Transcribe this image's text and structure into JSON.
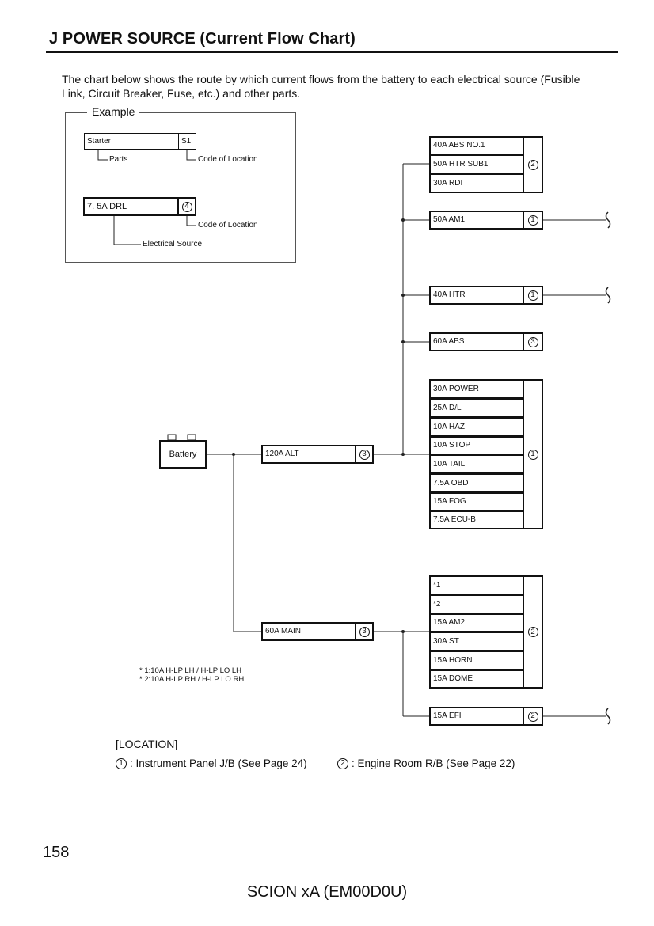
{
  "header": {
    "title": "J  POWER SOURCE (Current Flow Chart)"
  },
  "intro": "The chart below shows the route by which current flows from the battery to each electrical source (Fusible Link, Circuit Breaker, Fuse, etc.) and other parts.",
  "example": {
    "legend": "Example",
    "part_name": "Starter",
    "part_code": "S1",
    "parts_label": "Parts",
    "code_label_1": "Code of Location",
    "source_name": "7. 5A DRL",
    "source_loc": "4",
    "code_label_2": "Code of Location",
    "source_label": "Electrical Source"
  },
  "battery": {
    "label": "Battery"
  },
  "alt": {
    "label": "120A ALT",
    "loc": "3"
  },
  "main": {
    "label": "60A MAIN",
    "loc": "3"
  },
  "groups": {
    "g1": {
      "items": [
        "40A ABS NO.1",
        "50A HTR SUB1",
        "30A RDI"
      ],
      "loc": "2"
    },
    "am1": {
      "items": [
        "50A AM1"
      ],
      "loc": "1"
    },
    "htr": {
      "items": [
        "40A HTR"
      ],
      "loc": "1"
    },
    "abs": {
      "items": [
        "60A ABS"
      ],
      "loc": "3"
    },
    "g5": {
      "items": [
        "30A POWER",
        "25A D/L",
        "10A HAZ",
        "10A STOP",
        "10A TAIL",
        "7.5A OBD",
        "15A FOG",
        "7.5A ECU-B"
      ],
      "loc": "1"
    },
    "g6": {
      "items": [
        "*1",
        "*2",
        "15A AM2",
        "30A ST",
        "15A HORN",
        "15A DOME"
      ],
      "loc": "2"
    },
    "efi": {
      "items": [
        "15A EFI"
      ],
      "loc": "2"
    }
  },
  "notes": [
    "* 1:10A H-LP LH / H-LP LO LH",
    "* 2:10A H-LP RH / H-LP LO RH"
  ],
  "location": {
    "heading": "[LOCATION]",
    "items": [
      {
        "num": "1",
        "text": ": Instrument Panel J/B (See Page 24)"
      },
      {
        "num": "2",
        "text": ": Engine Room R/B (See Page 22)"
      }
    ]
  },
  "page_number": "158",
  "footer": "SCION xA (EM00D0U)"
}
